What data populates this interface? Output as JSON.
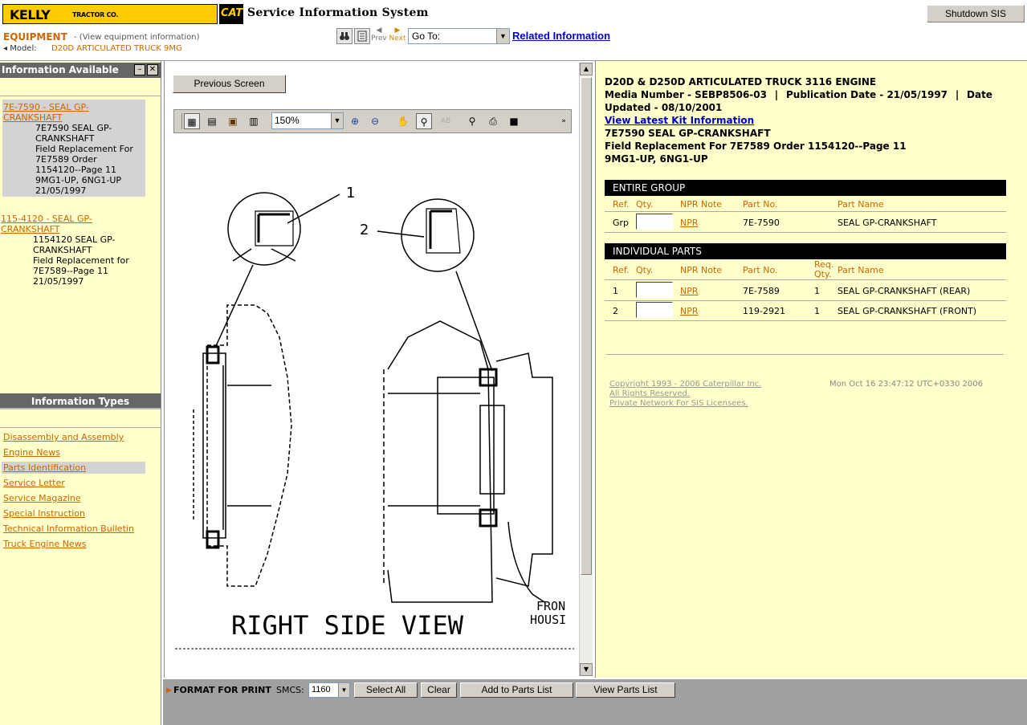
{
  "header": {
    "kelly_logo": "KELLY",
    "kelly_logo_sub": "TRACTOR CO.",
    "cat_logo": "CAT",
    "system_title": "Service Information System",
    "shutdown_label": "Shutdown SIS",
    "equipment_label": "EQUIPMENT",
    "equipment_sub": "- (View equipment information)",
    "model_label": "Model:",
    "model_value": "D20D ARTICULATED TRUCK 9MG",
    "prev_label": "Prev",
    "next_label": "Next",
    "goto_value": "Go To:",
    "related_link": "Related Information"
  },
  "left_panel": {
    "info_available_title": "Information Available",
    "results": [
      {
        "link": "7E-7590 - SEAL GP-CRANKSHAFT",
        "text": "7E7590 SEAL GP-\nCRANKSHAFT\nField Replacement For\n7E7589 Order\n1154120--Page 11\n9MG1-UP, 6NG1-UP\n21/05/1997"
      },
      {
        "link": "115-4120 - SEAL GP-CRANKSHAFT",
        "text": "1154120 SEAL GP-\nCRANKSHAFT\nField Replacement for\n7E7589--Page 11\n21/05/1997"
      }
    ],
    "info_types_title": "Information Types",
    "info_types": [
      "Disassembly and Assembly",
      "Engine News",
      "Parts Identification",
      "Service Letter",
      "Service Magazine",
      "Special Instruction",
      "Technical Information Bulletin",
      "Truck Engine News"
    ]
  },
  "viewer": {
    "previous_screen": "Previous Screen",
    "zoom_value": "150%",
    "drawing_label_1": "1",
    "drawing_label_2": "2",
    "drawing_caption": "RIGHT  SIDE  VIEW",
    "drawing_side_1": "FRON",
    "drawing_side_2": "HOUSI"
  },
  "bottom_bar": {
    "format_for_print": "FORMAT FOR PRINT",
    "smcs_label": "SMCS:",
    "smcs_value": "1160",
    "select_all": "Select All",
    "clear": "Clear",
    "add_to_parts": "Add to Parts List",
    "view_parts": "View Parts List"
  },
  "right_panel": {
    "doc_title": "D20D & D250D ARTICULATED TRUCK 3116 ENGINE",
    "media_number": "Media Number - SEBP8506-03",
    "publication_date": "Publication Date - 21/05/1997",
    "date_updated_1": "Date",
    "date_updated_2": "Updated - 08/10/2001",
    "kit_link": "View Latest Kit Information",
    "part_title": "7E7590 SEAL GP-CRANKSHAFT",
    "part_desc": "Field Replacement For 7E7589 Order 1154120--Page 11",
    "part_serial": "9MG1-UP, 6NG1-UP",
    "entire_group_title": "ENTIRE GROUP",
    "individual_parts_title": "INDIVIDUAL PARTS",
    "columns": {
      "ref": "Ref.",
      "qty": "Qty.",
      "npr": "NPR Note",
      "part_no": "Part No.",
      "req_qty_1": "Req.",
      "req_qty_2": "Qty.",
      "part_name": "Part Name"
    },
    "group_row": {
      "ref": "Grp",
      "npr": "NPR",
      "part_no": "7E-7590",
      "part_name": "SEAL GP-CRANKSHAFT"
    },
    "parts": [
      {
        "ref": "1",
        "npr": "NPR",
        "part_no": "7E-7589",
        "req_qty": "1",
        "part_name": "SEAL GP-CRANKSHAFT (REAR)"
      },
      {
        "ref": "2",
        "npr": "NPR",
        "part_no": "119-2921",
        "req_qty": "1",
        "part_name": "SEAL GP-CRANKSHAFT (FRONT)"
      }
    ],
    "copyright": "Copyright 1993 - 2006 Caterpillar Inc.",
    "rights": "All Rights Reserved.",
    "private_net": "Private Network For SIS Licensees.",
    "timestamp": "Mon Oct 16 23:47:12 UTC+0330 2006"
  }
}
